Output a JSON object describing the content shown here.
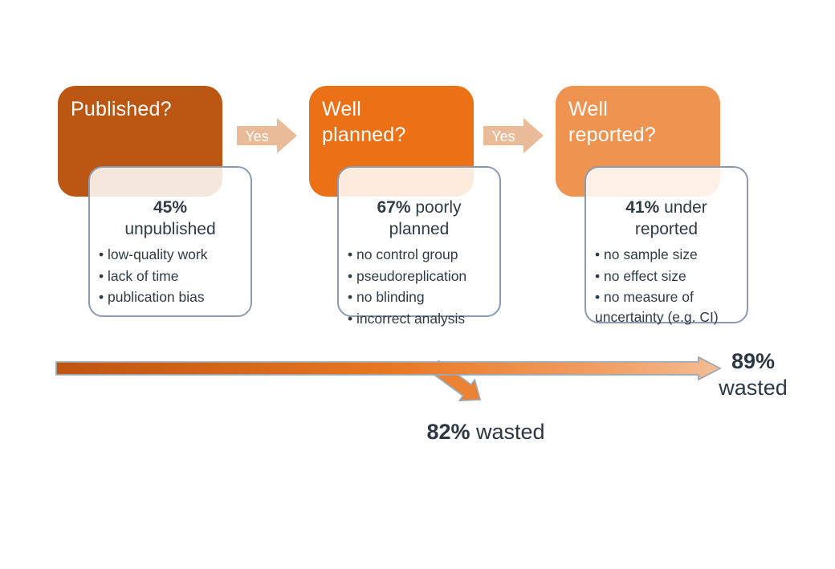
{
  "diagram": {
    "stages": [
      {
        "label": "Published?",
        "color": "#BC5713"
      },
      {
        "label": "Well\nplanned?",
        "color": "#EC7016"
      },
      {
        "label": "Well\nreported?",
        "color": "#EF9350"
      }
    ],
    "yes_arrows": [
      {
        "label": "Yes"
      },
      {
        "label": "Yes"
      }
    ],
    "callouts": [
      {
        "heading_pct": "45%",
        "heading_rest": "\nunpublished",
        "bullets": [
          "• low-quality work",
          "• lack of time",
          "• publication bias"
        ]
      },
      {
        "heading_pct": "67%",
        "heading_rest": " poorly\nplanned",
        "bullets": [
          "• no control group",
          "• pseudoreplication",
          "• no blinding",
          "• incorrect analysis"
        ]
      },
      {
        "heading_pct": "41%",
        "heading_rest": " under\nreported",
        "bullets": [
          "• no sample size",
          "• no effect size",
          "• no measure of uncertainty (e.g. CI)"
        ]
      }
    ],
    "waste_labels": {
      "mid_pct": "82%",
      "mid_rest": " wasted",
      "end_pct": "89%",
      "end_rest": "wasted"
    },
    "colors": {
      "yes_arrow_fill": "#EABB98",
      "flow_gradient_start": "#BF5410",
      "flow_gradient_mid": "#E87722",
      "flow_gradient_late": "#F0A369",
      "flow_gradient_end": "#F5BD95",
      "branch_arrow_fill": "#EC8233",
      "text_dark": "#303B46",
      "callout_border": "#8C9BB0"
    }
  }
}
